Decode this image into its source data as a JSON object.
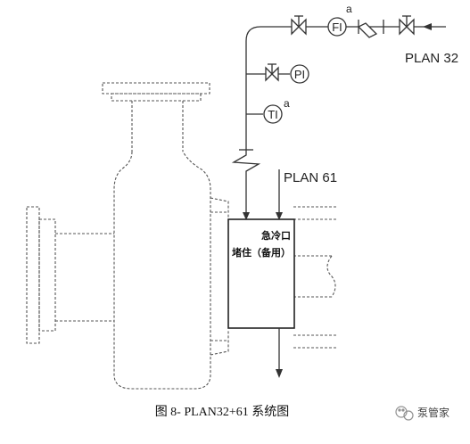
{
  "labels": {
    "plan32": "PLAN 32",
    "plan61": "PLAN 61",
    "fi": "FI",
    "pi": "PI",
    "ti": "TI",
    "note_a_fi": "a",
    "note_a_ti": "a",
    "quench_line1": "急冷口",
    "quench_line2": "堵住（备用）"
  },
  "caption": "图 8- PLAN32+61 系统图",
  "watermark": "泵管家"
}
